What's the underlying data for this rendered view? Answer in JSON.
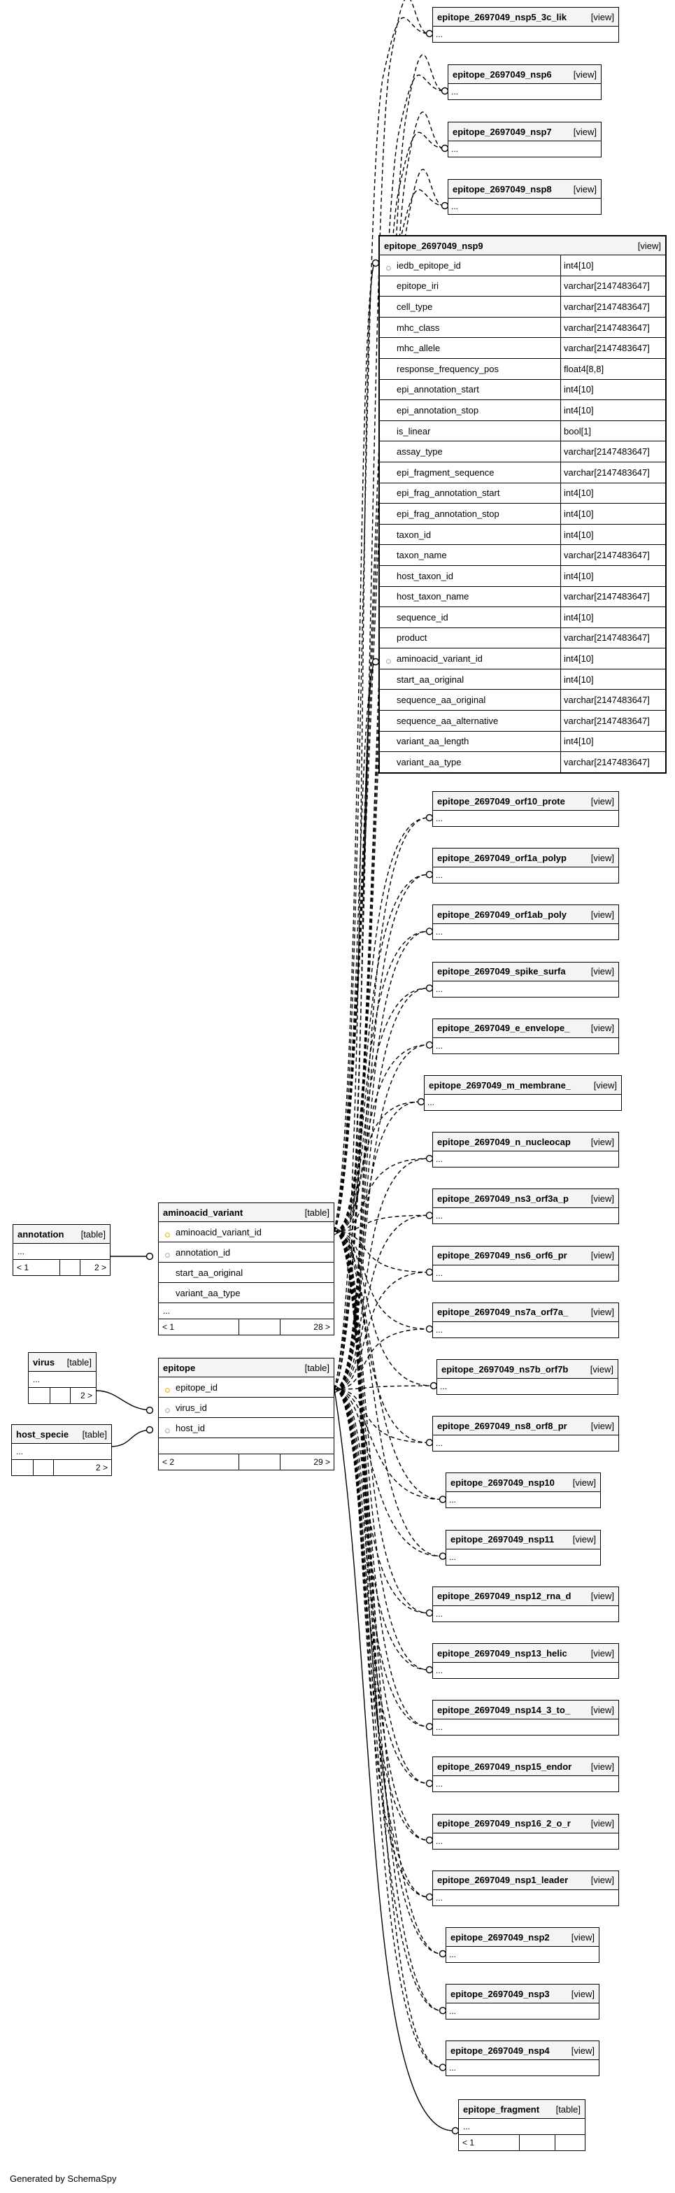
{
  "footer": "Generated by SchemaSpy",
  "ellipsis": "...",
  "view_tag": "[view]",
  "table_tag": "[table]",
  "top_views": [
    "epitope_2697049_nsp5_3c_lik",
    "epitope_2697049_nsp6",
    "epitope_2697049_nsp7",
    "epitope_2697049_nsp8"
  ],
  "nsp9": {
    "name": "epitope_2697049_nsp9",
    "kind": "[view]",
    "columns": [
      {
        "name": "iedb_epitope_id",
        "type": "int4[10]",
        "key": "fk"
      },
      {
        "name": "epitope_iri",
        "type": "varchar[2147483647]",
        "key": ""
      },
      {
        "name": "cell_type",
        "type": "varchar[2147483647]",
        "key": ""
      },
      {
        "name": "mhc_class",
        "type": "varchar[2147483647]",
        "key": ""
      },
      {
        "name": "mhc_allele",
        "type": "varchar[2147483647]",
        "key": ""
      },
      {
        "name": "response_frequency_pos",
        "type": "float4[8,8]",
        "key": ""
      },
      {
        "name": "epi_annotation_start",
        "type": "int4[10]",
        "key": ""
      },
      {
        "name": "epi_annotation_stop",
        "type": "int4[10]",
        "key": ""
      },
      {
        "name": "is_linear",
        "type": "bool[1]",
        "key": ""
      },
      {
        "name": "assay_type",
        "type": "varchar[2147483647]",
        "key": ""
      },
      {
        "name": "epi_fragment_sequence",
        "type": "varchar[2147483647]",
        "key": ""
      },
      {
        "name": "epi_frag_annotation_start",
        "type": "int4[10]",
        "key": ""
      },
      {
        "name": "epi_frag_annotation_stop",
        "type": "int4[10]",
        "key": ""
      },
      {
        "name": "taxon_id",
        "type": "int4[10]",
        "key": ""
      },
      {
        "name": "taxon_name",
        "type": "varchar[2147483647]",
        "key": ""
      },
      {
        "name": "host_taxon_id",
        "type": "int4[10]",
        "key": ""
      },
      {
        "name": "host_taxon_name",
        "type": "varchar[2147483647]",
        "key": ""
      },
      {
        "name": "sequence_id",
        "type": "int4[10]",
        "key": ""
      },
      {
        "name": "product",
        "type": "varchar[2147483647]",
        "key": ""
      },
      {
        "name": "aminoacid_variant_id",
        "type": "int4[10]",
        "key": "fk"
      },
      {
        "name": "start_aa_original",
        "type": "int4[10]",
        "key": ""
      },
      {
        "name": "sequence_aa_original",
        "type": "varchar[2147483647]",
        "key": ""
      },
      {
        "name": "sequence_aa_alternative",
        "type": "varchar[2147483647]",
        "key": ""
      },
      {
        "name": "variant_aa_length",
        "type": "int4[10]",
        "key": ""
      },
      {
        "name": "variant_aa_type",
        "type": "varchar[2147483647]",
        "key": ""
      }
    ]
  },
  "bottom_views": [
    "epitope_2697049_orf10_prote",
    "epitope_2697049_orf1a_polyp",
    "epitope_2697049_orf1ab_poly",
    "epitope_2697049_spike_surfa",
    "epitope_2697049_e_envelope_",
    "epitope_2697049_m_membrane_",
    "epitope_2697049_n_nucleocap",
    "epitope_2697049_ns3_orf3a_p",
    "epitope_2697049_ns6_orf6_pr",
    "epitope_2697049_ns7a_orf7a_",
    "epitope_2697049_ns7b_orf7b",
    "epitope_2697049_ns8_orf8_pr",
    "epitope_2697049_nsp10",
    "epitope_2697049_nsp11",
    "epitope_2697049_nsp12_rna_d",
    "epitope_2697049_nsp13_helic",
    "epitope_2697049_nsp14_3_to_",
    "epitope_2697049_nsp15_endor",
    "epitope_2697049_nsp16_2_o_r",
    "epitope_2697049_nsp1_leader",
    "epitope_2697049_nsp2",
    "epitope_2697049_nsp3",
    "epitope_2697049_nsp4"
  ],
  "annotation": {
    "name": "annotation",
    "kind": "[table]",
    "left": "< 1",
    "right": "2 >"
  },
  "virus": {
    "name": "virus",
    "kind": "[table]",
    "right": "2 >"
  },
  "host_specie": {
    "name": "host_specie",
    "kind": "[table]",
    "right": "2 >"
  },
  "aminoacid_variant": {
    "name": "aminoacid_variant",
    "kind": "[table]",
    "columns": [
      {
        "name": "aminoacid_variant_id",
        "key": "pk"
      },
      {
        "name": "annotation_id",
        "key": "fk"
      },
      {
        "name": "start_aa_original",
        "key": ""
      },
      {
        "name": "variant_aa_type",
        "key": ""
      }
    ],
    "left": "< 1",
    "right": "28 >"
  },
  "epitope": {
    "name": "epitope",
    "kind": "[table]",
    "columns": [
      {
        "name": "epitope_id",
        "key": "pk"
      },
      {
        "name": "virus_id",
        "key": "fk"
      },
      {
        "name": "host_id",
        "key": "fk"
      }
    ],
    "left": "< 2",
    "right": "29 >"
  },
  "epitope_fragment": {
    "name": "epitope_fragment",
    "kind": "[table]",
    "left": "< 1"
  }
}
